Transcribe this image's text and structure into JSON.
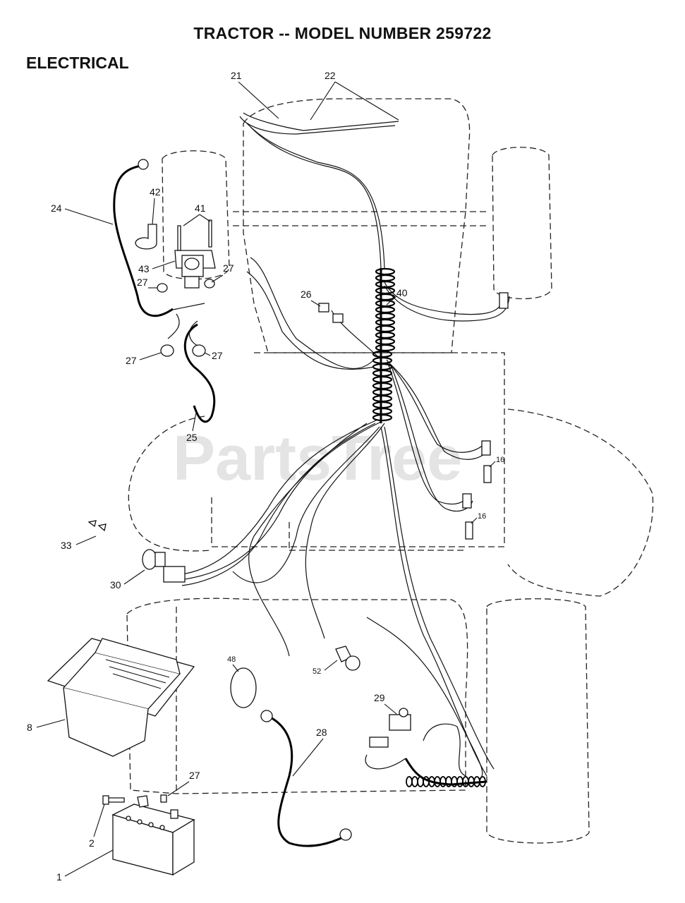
{
  "header": {
    "title": "TRACTOR -- MODEL NUMBER 259722",
    "section": "ELECTRICAL"
  },
  "watermark": "PartsTree",
  "callouts": [
    "21",
    "22",
    "24",
    "42",
    "41",
    "43",
    "27",
    "27",
    "27",
    "27",
    "26",
    "40",
    "25",
    "16",
    "16",
    "33",
    "30",
    "48",
    "52",
    "29",
    "28",
    "8",
    "27",
    "2",
    "1"
  ]
}
